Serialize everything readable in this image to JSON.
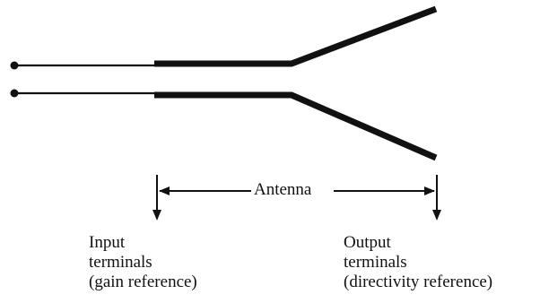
{
  "diagram": {
    "span_label": "Antenna",
    "input_label": {
      "line1": "Input",
      "line2": "terminals",
      "line3": "(gain reference)"
    },
    "output_label": {
      "line1": "Output",
      "line2": "terminals",
      "line3": "(directivity reference)"
    }
  }
}
